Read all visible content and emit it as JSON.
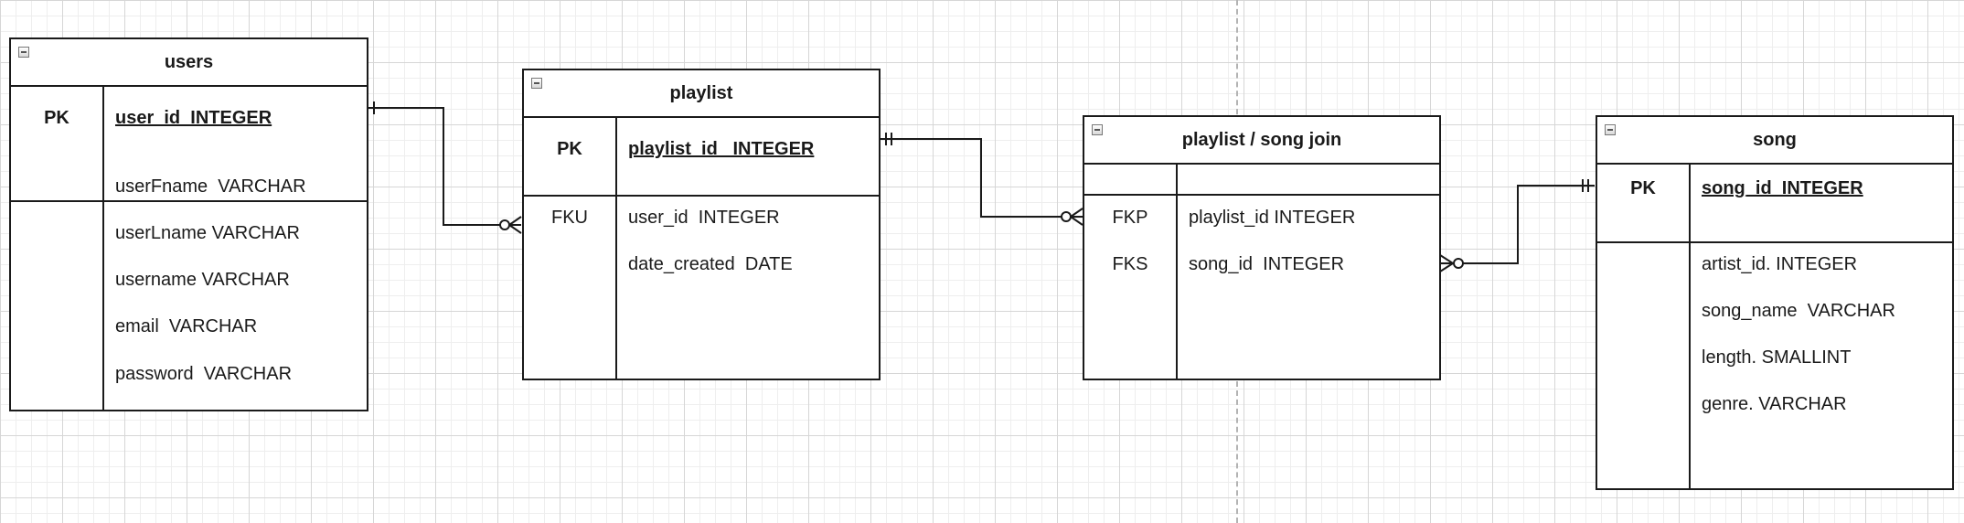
{
  "colors": {
    "line": "#1a1a1a",
    "grid": "#d6d6d6",
    "background": "#ffffff"
  },
  "entities": {
    "users": {
      "title": "users",
      "pk_label": "PK",
      "pk_field": "user_id  INTEGER",
      "fields": [
        {
          "key": "",
          "name": "userFname  VARCHAR"
        },
        {
          "key": "",
          "name": "userLname VARCHAR"
        },
        {
          "key": "",
          "name": "username VARCHAR"
        },
        {
          "key": "",
          "name": "email  VARCHAR"
        },
        {
          "key": "",
          "name": "password  VARCHAR"
        }
      ]
    },
    "playlist": {
      "title": "playlist",
      "pk_label": "PK",
      "pk_field": "playlist_id   INTEGER",
      "fields": [
        {
          "key": "FKU",
          "name": "user_id  INTEGER"
        },
        {
          "key": "",
          "name": "date_created  DATE"
        }
      ]
    },
    "playlist_song_join": {
      "title": "playlist / song join",
      "pk_label": "",
      "pk_field": "",
      "fields": [
        {
          "key": "FKP",
          "name": "playlist_id INTEGER"
        },
        {
          "key": "FKS",
          "name": "song_id  INTEGER"
        }
      ]
    },
    "song": {
      "title": "song",
      "pk_label": "PK",
      "pk_field": "song_id  INTEGER",
      "fields": [
        {
          "key": "",
          "name": "artist_id. INTEGER"
        },
        {
          "key": "",
          "name": "song_name  VARCHAR"
        },
        {
          "key": "",
          "name": "length. SMALLINT"
        },
        {
          "key": "",
          "name": "genre. VARCHAR"
        }
      ]
    }
  },
  "relationships": [
    {
      "from": "users.user_id",
      "to": "playlist.user_id",
      "from_cardinality": "one",
      "to_cardinality": "zero-or-many"
    },
    {
      "from": "playlist.playlist_id",
      "to": "playlist_song_join.playlist_id",
      "from_cardinality": "one-and-only-one",
      "to_cardinality": "zero-or-many"
    },
    {
      "from": "song.song_id",
      "to": "playlist_song_join.song_id",
      "from_cardinality": "one-and-only-one",
      "to_cardinality": "zero-or-many"
    }
  ]
}
